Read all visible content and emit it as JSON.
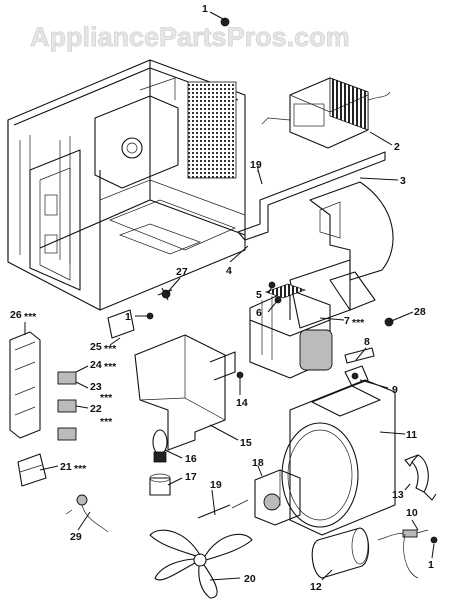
{
  "watermark": "AppliancePartsPros.com",
  "callouts": {
    "c1a": "1",
    "c2": "2",
    "c3": "3",
    "c4": "4",
    "c5": "5",
    "c6": "6",
    "c7": "7",
    "c7s": "***",
    "c8": "8",
    "c9": "9",
    "c11": "11",
    "c12": "12",
    "c13": "13",
    "c14": "14",
    "c15": "15",
    "c16": "16",
    "c17": "17",
    "c18": "18",
    "c19a": "19",
    "c19b": "19",
    "c20": "20",
    "c21": "21",
    "c21s": "***",
    "c22": "22",
    "c22s": "***",
    "c23": "23",
    "c23s": "***",
    "c24": "24",
    "c24s": "***",
    "c25": "25",
    "c25s": "***",
    "c26": "26",
    "c26s": "***",
    "c27": "27",
    "c28": "28",
    "c29": "29",
    "c1b": "1",
    "c1c": "1",
    "c10": "10"
  }
}
